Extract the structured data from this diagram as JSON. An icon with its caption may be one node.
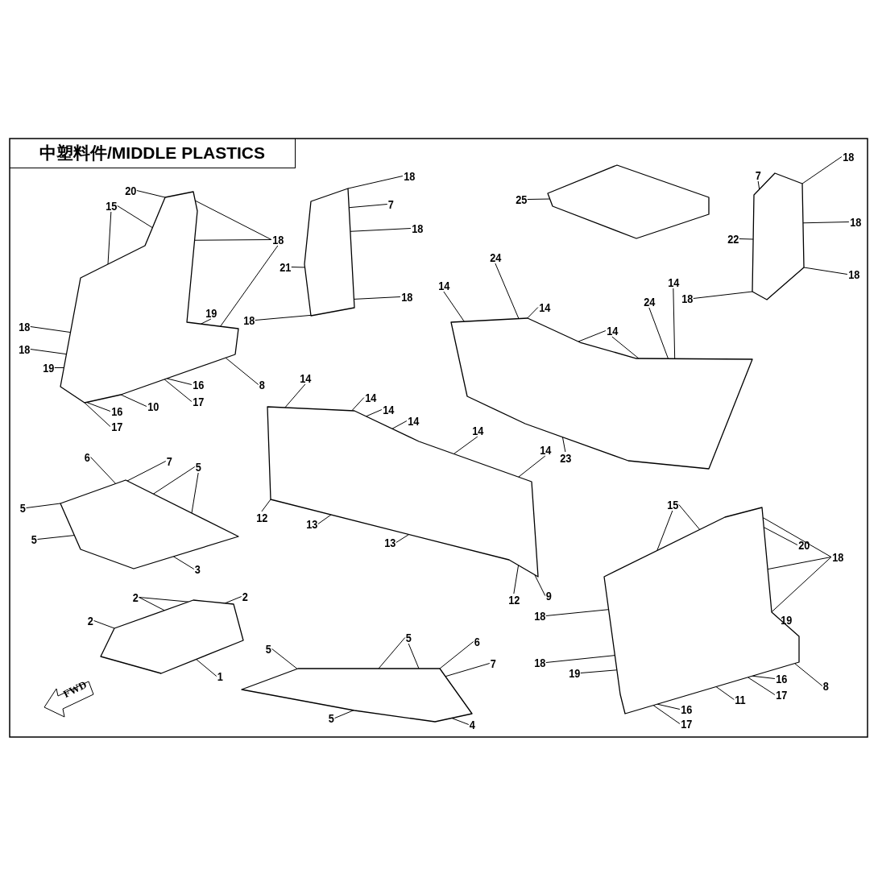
{
  "diagram": {
    "title": "中塑料件/MIDDLE PLASTICS",
    "nodes": [
      {
        "text": [
          "20"
        ]
      },
      {
        "text": [
          "15"
        ]
      },
      {
        "text": [
          "18"
        ]
      },
      {
        "text": [
          "18"
        ]
      },
      {
        "text": [
          "18"
        ]
      },
      {
        "text": [
          "19"
        ]
      },
      {
        "text": [
          "19"
        ]
      },
      {
        "text": [
          "16"
        ]
      },
      {
        "text": [
          "17"
        ]
      },
      {
        "text": [
          "8"
        ]
      },
      {
        "text": [
          "10"
        ]
      },
      {
        "text": [
          "16"
        ]
      },
      {
        "text": [
          "17"
        ]
      },
      {
        "text": [
          "18"
        ]
      },
      {
        "text": [
          "7"
        ]
      },
      {
        "text": [
          "18"
        ]
      },
      {
        "text": [
          "21"
        ]
      },
      {
        "text": [
          "18"
        ]
      },
      {
        "text": [
          "18"
        ]
      },
      {
        "text": [
          "25"
        ]
      },
      {
        "text": [
          "7"
        ]
      },
      {
        "text": [
          "18"
        ]
      },
      {
        "text": [
          "18"
        ]
      },
      {
        "text": [
          "22"
        ]
      },
      {
        "text": [
          "18"
        ]
      },
      {
        "text": [
          "24"
        ]
      },
      {
        "text": [
          "14"
        ]
      },
      {
        "text": [
          "14"
        ]
      },
      {
        "text": [
          "14"
        ]
      },
      {
        "text": [
          "24"
        ]
      },
      {
        "text": [
          "18"
        ]
      },
      {
        "text": [
          "14"
        ]
      },
      {
        "text": [
          "14"
        ]
      },
      {
        "text": [
          "14"
        ]
      },
      {
        "text": [
          "14"
        ]
      },
      {
        "text": [
          "14"
        ]
      },
      {
        "text": [
          "14"
        ]
      },
      {
        "text": [
          "14"
        ]
      },
      {
        "text": [
          "12"
        ]
      },
      {
        "text": [
          "13"
        ]
      },
      {
        "text": [
          "13"
        ]
      },
      {
        "text": [
          "9"
        ]
      },
      {
        "text": [
          "12"
        ]
      },
      {
        "text": [
          "23"
        ]
      },
      {
        "text": [
          "6"
        ]
      },
      {
        "text": [
          "7"
        ]
      },
      {
        "text": [
          "5"
        ]
      },
      {
        "text": [
          "5"
        ]
      },
      {
        "text": [
          "5"
        ]
      },
      {
        "text": [
          "3"
        ]
      },
      {
        "text": [
          "2"
        ]
      },
      {
        "text": [
          "2"
        ]
      },
      {
        "text": [
          "2"
        ]
      },
      {
        "text": [
          "1"
        ]
      },
      {
        "text": [
          "5"
        ]
      },
      {
        "text": [
          "5"
        ]
      },
      {
        "text": [
          "6"
        ]
      },
      {
        "text": [
          "7"
        ]
      },
      {
        "text": [
          "5"
        ]
      },
      {
        "text": [
          "4"
        ]
      },
      {
        "text": [
          "15"
        ]
      },
      {
        "text": [
          "20"
        ]
      },
      {
        "text": [
          "18"
        ]
      },
      {
        "text": [
          "18"
        ]
      },
      {
        "text": [
          "18"
        ]
      },
      {
        "text": [
          "19"
        ]
      },
      {
        "text": [
          "19"
        ]
      },
      {
        "text": [
          "16"
        ]
      },
      {
        "text": [
          "17"
        ]
      },
      {
        "text": [
          "8"
        ]
      },
      {
        "text": [
          "11"
        ]
      },
      {
        "text": [
          "16"
        ]
      },
      {
        "text": [
          "17"
        ]
      },
      {
        "text": [],
        "shape": "picture"
      },
      {
        "text": [],
        "shape": "picture"
      },
      {
        "text": [],
        "shape": "picture"
      },
      {
        "text": [],
        "shape": "picture"
      },
      {
        "text": [],
        "shape": "picture"
      },
      {
        "text": [],
        "shape": "picture"
      },
      {
        "text": [],
        "shape": "picture"
      },
      {
        "text": [],
        "shape": "picture"
      },
      {
        "text": [],
        "shape": "picture"
      },
      {
        "text": [],
        "shape": "picture"
      }
    ],
    "edges": [
      {
        "from": 0,
        "to": 73,
        "arrow": "none"
      },
      {
        "from": 1,
        "to": 73,
        "arrow": "none"
      },
      {
        "from": 1,
        "to": 73,
        "arrow": "none"
      },
      {
        "from": 2,
        "to": 73,
        "arrow": "none"
      },
      {
        "from": 2,
        "to": 73,
        "arrow": "none"
      },
      {
        "from": 2,
        "to": 73,
        "arrow": "none"
      },
      {
        "from": 3,
        "to": 73,
        "arrow": "none"
      },
      {
        "from": 4,
        "to": 73,
        "arrow": "none"
      },
      {
        "from": 5,
        "to": 73,
        "arrow": "none"
      },
      {
        "from": 6,
        "to": 73,
        "arrow": "none"
      },
      {
        "from": 7,
        "to": 73,
        "arrow": "none"
      },
      {
        "from": 8,
        "to": 73,
        "arrow": "none"
      },
      {
        "from": 9,
        "to": 73,
        "arrow": "none"
      },
      {
        "from": 10,
        "to": 73,
        "arrow": "none"
      },
      {
        "from": 11,
        "to": 73,
        "arrow": "none"
      },
      {
        "from": 12,
        "to": 73,
        "arrow": "none"
      },
      {
        "from": 13,
        "to": 74,
        "arrow": "none"
      },
      {
        "from": 14,
        "to": 74,
        "arrow": "none"
      },
      {
        "from": 15,
        "to": 74,
        "arrow": "none"
      },
      {
        "from": 16,
        "to": 74,
        "arrow": "none"
      },
      {
        "from": 17,
        "to": 74,
        "arrow": "none"
      },
      {
        "from": 18,
        "to": 74,
        "arrow": "none"
      },
      {
        "from": 19,
        "to": 75,
        "arrow": "none"
      },
      {
        "from": 20,
        "to": 76,
        "arrow": "none"
      },
      {
        "from": 21,
        "to": 76,
        "arrow": "none"
      },
      {
        "from": 22,
        "to": 76,
        "arrow": "none"
      },
      {
        "from": 23,
        "to": 76,
        "arrow": "none"
      },
      {
        "from": 24,
        "to": 76,
        "arrow": "none"
      },
      {
        "from": 25,
        "to": 77,
        "arrow": "none"
      },
      {
        "from": 26,
        "to": 77,
        "arrow": "none"
      },
      {
        "from": 27,
        "to": 77,
        "arrow": "none"
      },
      {
        "from": 28,
        "to": 77,
        "arrow": "none"
      },
      {
        "from": 29,
        "to": 77,
        "arrow": "none"
      },
      {
        "from": 30,
        "to": 76,
        "arrow": "none"
      },
      {
        "from": 31,
        "to": 77,
        "arrow": "none"
      },
      {
        "from": 31,
        "to": 77,
        "arrow": "none"
      },
      {
        "from": 32,
        "to": 78,
        "arrow": "none"
      },
      {
        "from": 33,
        "to": 78,
        "arrow": "none"
      },
      {
        "from": 34,
        "to": 78,
        "arrow": "none"
      },
      {
        "from": 35,
        "to": 78,
        "arrow": "none"
      },
      {
        "from": 36,
        "to": 78,
        "arrow": "none"
      },
      {
        "from": 37,
        "to": 78,
        "arrow": "none"
      },
      {
        "from": 38,
        "to": 78,
        "arrow": "none"
      },
      {
        "from": 39,
        "to": 78,
        "arrow": "none"
      },
      {
        "from": 40,
        "to": 78,
        "arrow": "none"
      },
      {
        "from": 41,
        "to": 78,
        "arrow": "none"
      },
      {
        "from": 42,
        "to": 78,
        "arrow": "none"
      },
      {
        "from": 43,
        "to": 77,
        "arrow": "none"
      },
      {
        "from": 44,
        "to": 79,
        "arrow": "none"
      },
      {
        "from": 45,
        "to": 79,
        "arrow": "none"
      },
      {
        "from": 46,
        "to": 79,
        "arrow": "none"
      },
      {
        "from": 46,
        "to": 79,
        "arrow": "none"
      },
      {
        "from": 47,
        "to": 79,
        "arrow": "none"
      },
      {
        "from": 48,
        "to": 79,
        "arrow": "none"
      },
      {
        "from": 49,
        "to": 79,
        "arrow": "none"
      },
      {
        "from": 50,
        "to": 80,
        "arrow": "none"
      },
      {
        "from": 50,
        "to": 80,
        "arrow": "none"
      },
      {
        "from": 51,
        "to": 80,
        "arrow": "none"
      },
      {
        "from": 52,
        "to": 80,
        "arrow": "none"
      },
      {
        "from": 53,
        "to": 80,
        "arrow": "none"
      },
      {
        "from": 54,
        "to": 81,
        "arrow": "none"
      },
      {
        "from": 55,
        "to": 81,
        "arrow": "none"
      },
      {
        "from": 55,
        "to": 81,
        "arrow": "none"
      },
      {
        "from": 56,
        "to": 81,
        "arrow": "none"
      },
      {
        "from": 57,
        "to": 81,
        "arrow": "none"
      },
      {
        "from": 58,
        "to": 81,
        "arrow": "none"
      },
      {
        "from": 59,
        "to": 81,
        "arrow": "none"
      },
      {
        "from": 60,
        "to": 82,
        "arrow": "none"
      },
      {
        "from": 60,
        "to": 82,
        "arrow": "none"
      },
      {
        "from": 61,
        "to": 82,
        "arrow": "none"
      },
      {
        "from": 62,
        "to": 82,
        "arrow": "none"
      },
      {
        "from": 62,
        "to": 82,
        "arrow": "none"
      },
      {
        "from": 62,
        "to": 82,
        "arrow": "none"
      },
      {
        "from": 63,
        "to": 82,
        "arrow": "none"
      },
      {
        "from": 64,
        "to": 82,
        "arrow": "none"
      },
      {
        "from": 65,
        "to": 82,
        "arrow": "none"
      },
      {
        "from": 66,
        "to": 82,
        "arrow": "none"
      },
      {
        "from": 67,
        "to": 82,
        "arrow": "none"
      },
      {
        "from": 68,
        "to": 82,
        "arrow": "none"
      },
      {
        "from": 69,
        "to": 82,
        "arrow": "none"
      },
      {
        "from": 70,
        "to": 82,
        "arrow": "none"
      },
      {
        "from": 71,
        "to": 82,
        "arrow": "none"
      },
      {
        "from": 72,
        "to": 82,
        "arrow": "none"
      }
    ],
    "labels": [
      "FWD"
    ]
  }
}
